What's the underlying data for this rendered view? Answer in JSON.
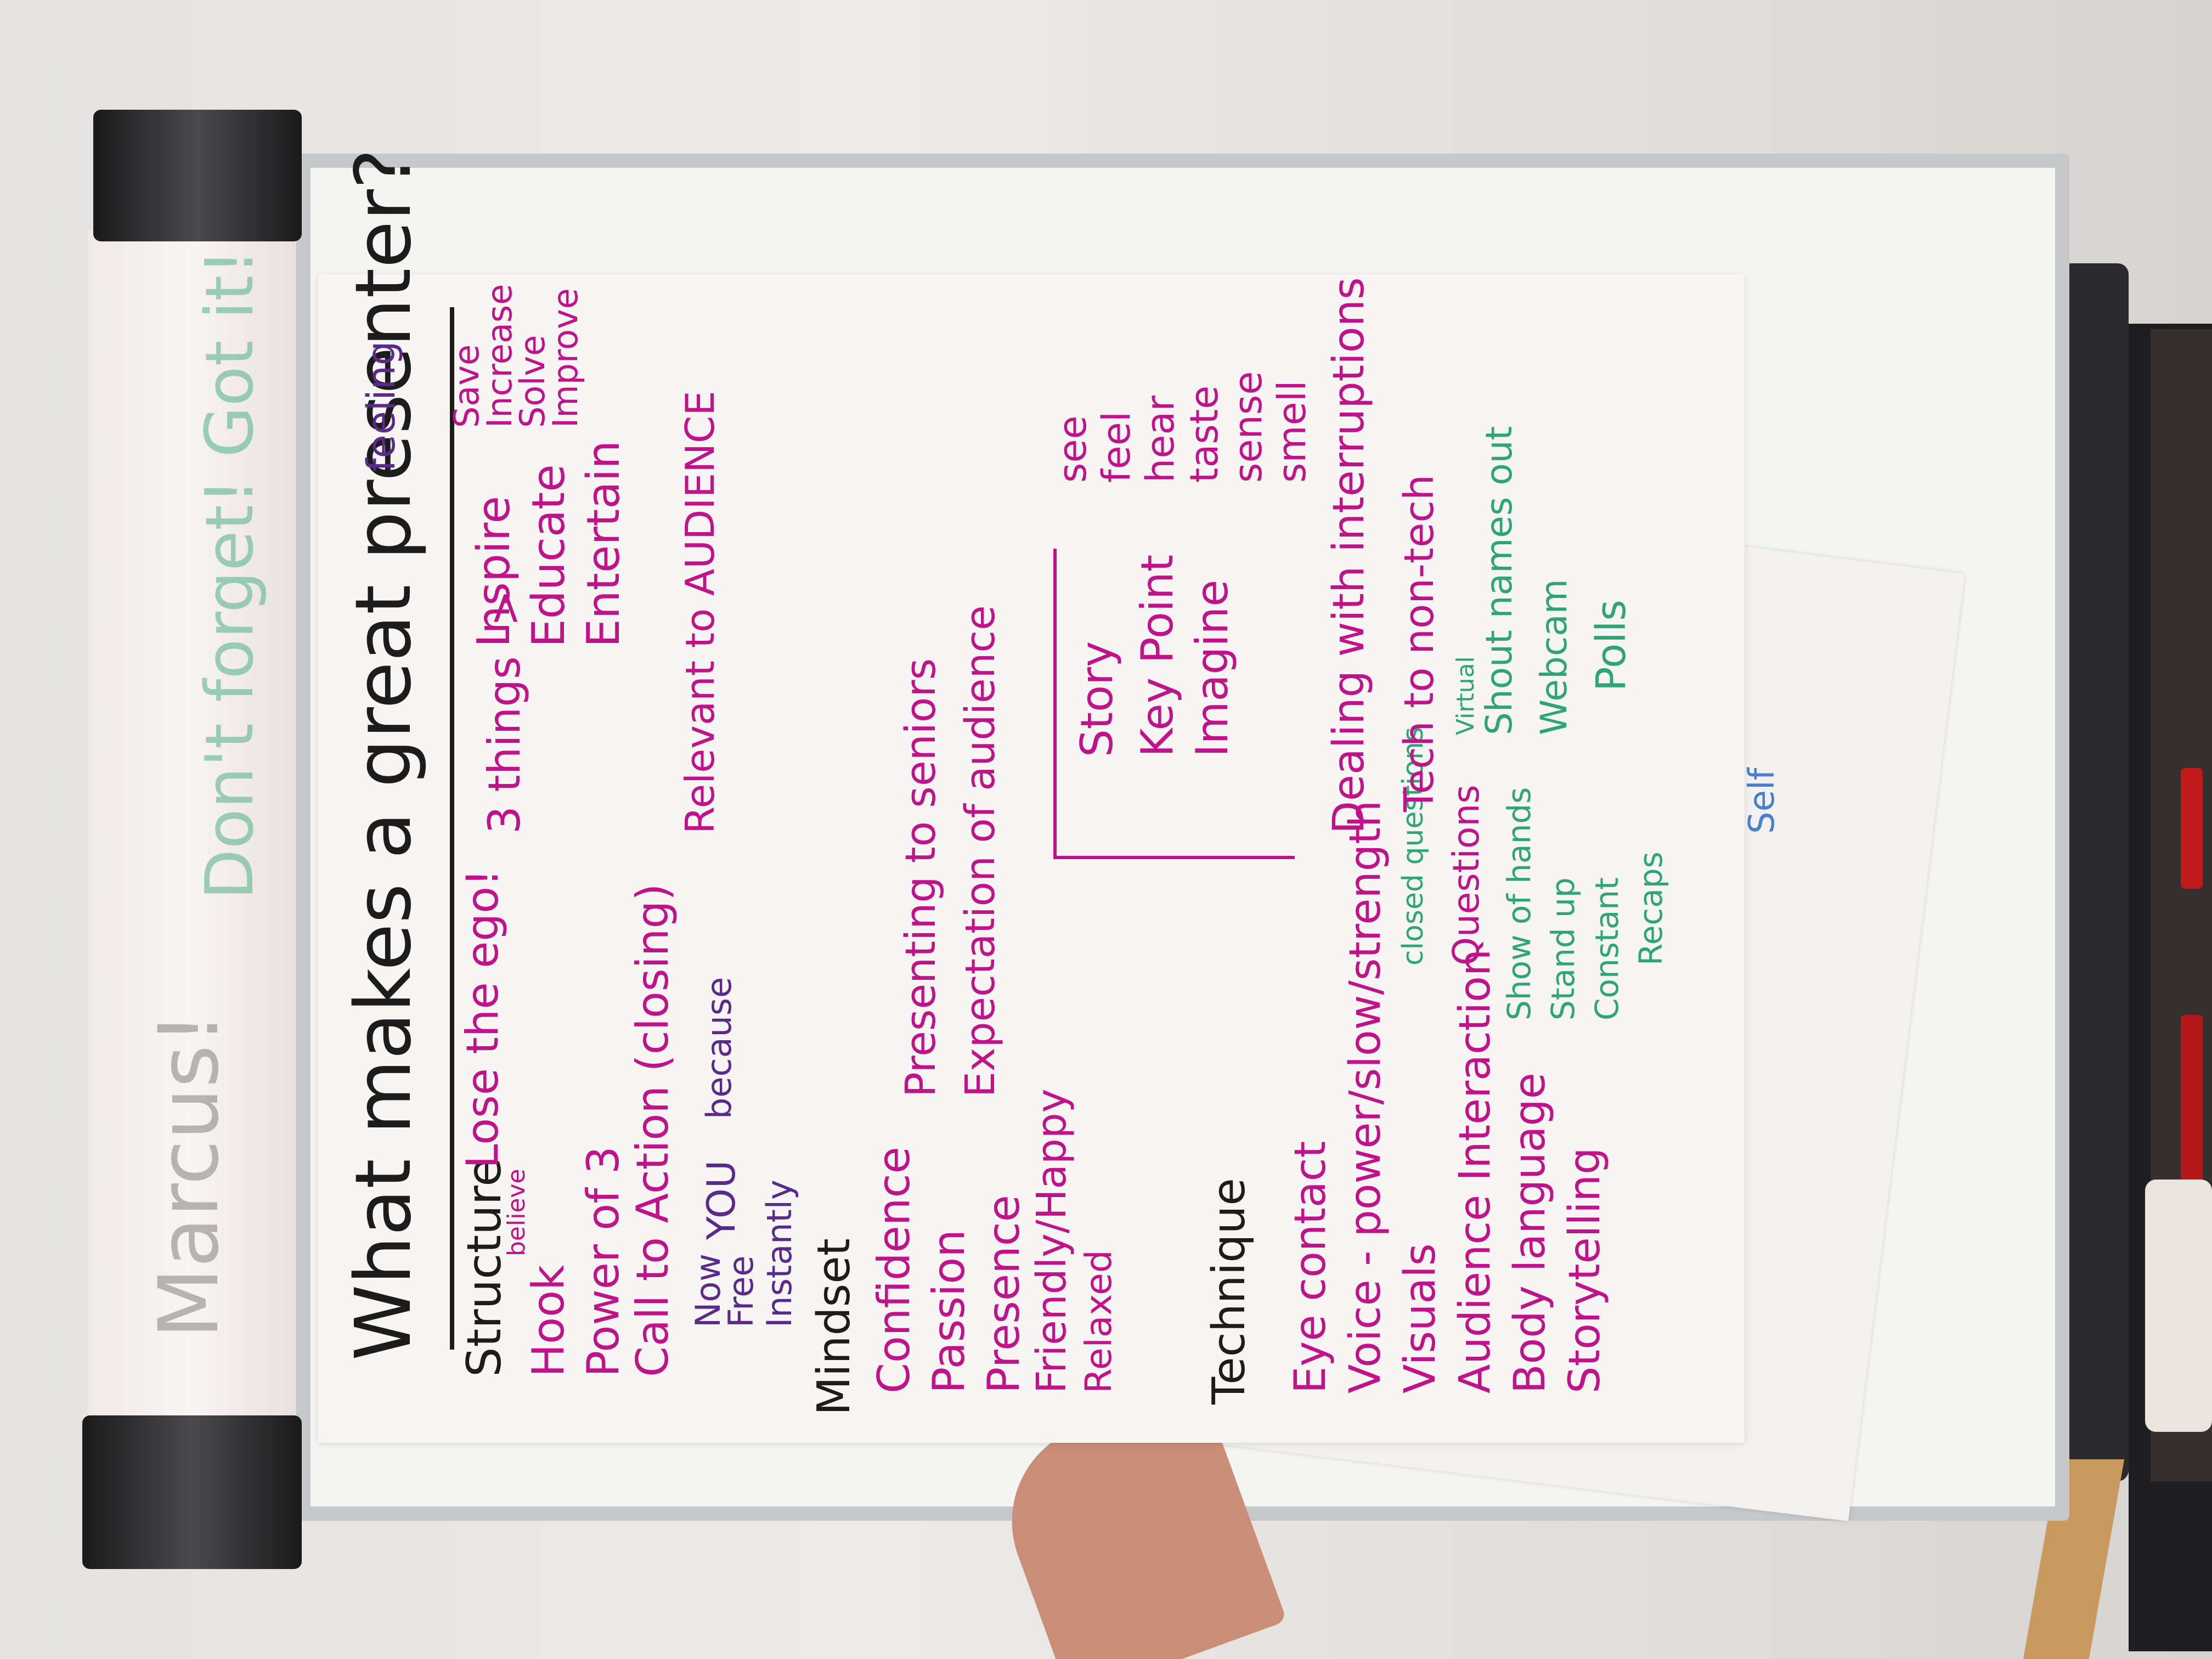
{
  "heading": "What makes a great presenter?",
  "heading_note": "feeling",
  "roll_text": [
    "Marcus!",
    "Don't forget! Got it!"
  ],
  "colors": {
    "main": "#1c1c1c",
    "magenta": "#c0138a",
    "green": "#2fa574",
    "blue": "#4a7fd0"
  },
  "structure": {
    "label": "Structure",
    "items": [
      "Hook",
      "Power of 3",
      "Call to Action (closing)"
    ],
    "believe": "believe",
    "lose_ego": "Lose the ego!",
    "three_things": "3 things ->",
    "ieE": [
      "Inspire",
      "Educate",
      "Entertain"
    ],
    "verbs": [
      "Save",
      "Increase",
      "Solve",
      "Improve"
    ],
    "relevant": "Relevant to AUDIENCE",
    "now_free": [
      "Now",
      "Free",
      "Instantly"
    ],
    "you_because": [
      "YOU",
      "because"
    ]
  },
  "mindset": {
    "label": "Mindset",
    "items": [
      "Confidence",
      "Passion",
      "Presence",
      "Friendly/Happy",
      "Relaxed"
    ],
    "presenting": "Presenting to seniors",
    "expectation": "Expectation of audience",
    "story_list": [
      "Story",
      "Key Point",
      "Imagine"
    ],
    "senses": [
      "see",
      "feel",
      "hear",
      "taste",
      "sense",
      "smell"
    ]
  },
  "technique": {
    "label": "Technique",
    "items": [
      "Eye contact",
      "Voice - power/slow/strength",
      "Visuals",
      "Audience Interaction",
      "Body language",
      "Storytelling"
    ],
    "closed_questions": "closed questions",
    "questions": "Questions",
    "show_hands": "Show of hands",
    "stand_up": "Stand up",
    "constant_recaps": [
      "Constant",
      "Recaps"
    ],
    "dealing": "Dealing with interruptions",
    "tech": "Tech to non-tech",
    "virtual": "Virtual",
    "shout_names": "Shout names out",
    "webcam": "Webcam",
    "polls": "Polls"
  },
  "back_sheet": "Self"
}
